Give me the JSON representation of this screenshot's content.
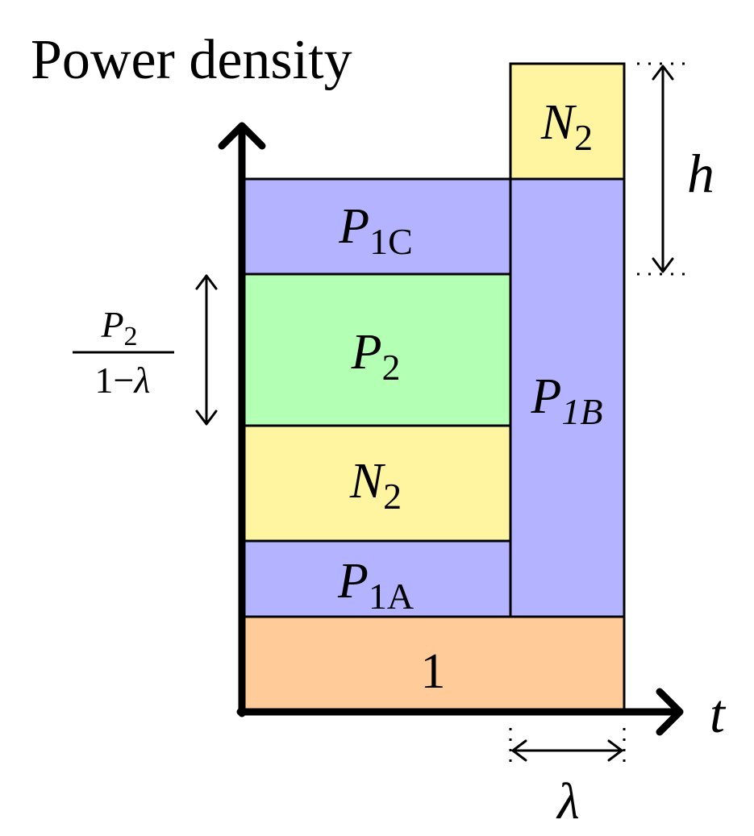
{
  "axes": {
    "y_label": "Power density",
    "x_label": "t"
  },
  "blocks": {
    "base": {
      "label": "1",
      "color": "#ffcc99"
    },
    "p1a": {
      "main": "P",
      "sub": "1A",
      "color": "#b3b3ff"
    },
    "n2_lower": {
      "main": "N",
      "sub": "2",
      "color": "#fff5a0"
    },
    "p2": {
      "main": "P",
      "sub": "2",
      "color": "#b3ffb3"
    },
    "p1c": {
      "main": "P",
      "sub": "1C",
      "color": "#b3b3ff"
    },
    "p1b": {
      "main": "P",
      "sub": "1B",
      "color": "#b3b3ff"
    },
    "n2_upper": {
      "main": "N",
      "sub": "2",
      "color": "#fff5a0"
    }
  },
  "dimensions": {
    "h": {
      "label": "h"
    },
    "lambda": {
      "label": "λ"
    },
    "fraction": {
      "num_main": "P",
      "num_sub": "2",
      "den_one": "1",
      "den_minus": "−",
      "den_lambda": "λ"
    }
  }
}
